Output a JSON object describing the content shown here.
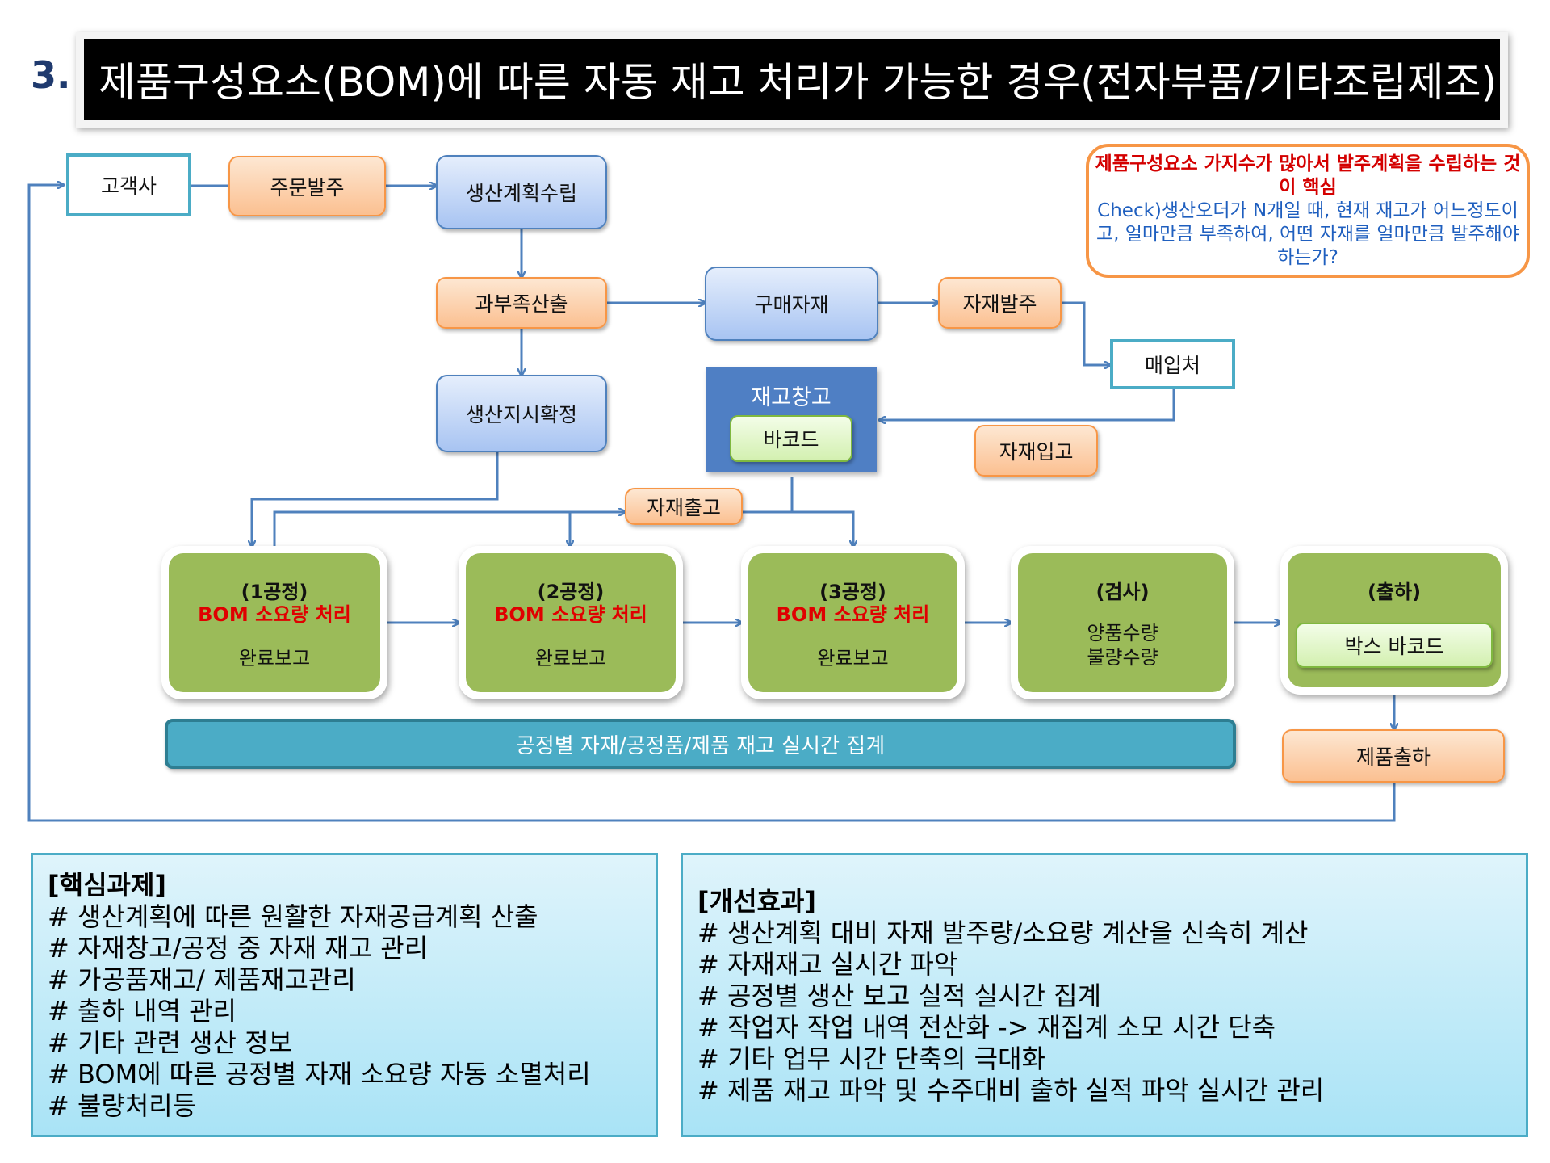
{
  "header": {
    "number": "3.",
    "title": "제품구성요소(BOM)에 따른 자동 재고 처리가 가능한 경우(전자부품/기타조립제조)"
  },
  "flow": {
    "customer": "고객사",
    "order": "주문발주",
    "production_plan": "생산계획수립",
    "shortage_calc": "과부족산출",
    "purchase_material": "구매자재",
    "material_order": "자재발주",
    "supplier": "매입처",
    "production_confirm": "생산지시확정",
    "warehouse": "재고창고",
    "barcode": "바코드",
    "material_receipt": "자재입고",
    "material_issue": "자재출고",
    "shipment": "제품출하"
  },
  "note": {
    "line1": "제품구성요소 가지수가 많아서 발주계획을 수립하는 것이 핵심",
    "line2": "Check)생산오더가 N개일 때, 현재 재고가 어느정도이고, 얼마만큼 부족하여, 어떤 자재를 얼마만큼 발주해야 하는가?"
  },
  "processes": [
    {
      "title": "(1공정)",
      "bom": "BOM 소요량 처리",
      "report": "완료보고"
    },
    {
      "title": "(2공정)",
      "bom": "BOM 소요량 처리",
      "report": "완료보고"
    },
    {
      "title": "(3공정)",
      "bom": "BOM 소요량 처리",
      "report": "완료보고"
    },
    {
      "title": "(검사)",
      "line1": "양품수량",
      "line2": "불량수량"
    },
    {
      "title": "(출하)",
      "barcode": "박스 바코드"
    }
  ],
  "aggregate_bar": "공정별 자재/공정품/제품 재고 실시간 집계",
  "core_tasks": {
    "heading": "[핵심과제]",
    "items": [
      "# 생산계획에 따른 원활한 자재공급계획 산출",
      "# 자재창고/공정 중 자재 재고 관리",
      "# 가공품재고/ 제품재고관리",
      "# 출하 내역 관리",
      "# 기타 관련 생산 정보",
      "# BOM에 따른 공정별 자재 소요량 자동 소멸처리",
      "# 불량처리등"
    ]
  },
  "effects": {
    "heading": "[개선효과]",
    "items": [
      "# 생산계획 대비 자재 발주량/소요량 계산을 신속히 계산",
      "# 자재재고 실시간 파악",
      "# 공정별 생산 보고 실적 실시간 집계",
      "# 작업자 작업 내역 전산화 -> 재집계 소모 시간 단축",
      "# 기타 업무 시간 단축의 극대화",
      "# 제품 재고 파악 및 수주대비 출하 실적 파악 실시간 관리"
    ]
  },
  "colors": {
    "title_bg": "#000000",
    "number": "#1f3a6e",
    "arrow": "#4f81bd",
    "orange_border": "#f79646",
    "blue_border": "#4f81bd",
    "teal": "#4bacc6",
    "process_green": "#9bbb59",
    "emphasis_red": "#e00000",
    "note_blue": "#1f5fbf"
  }
}
